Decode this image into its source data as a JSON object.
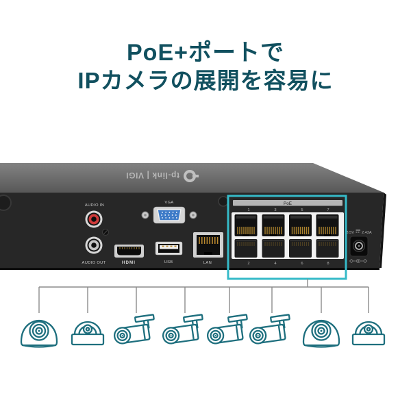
{
  "title": {
    "line1": "PoE+ポートで",
    "line2": "IPカメラの展開を容易に"
  },
  "device": {
    "brand": "tp-link | VIGI",
    "labels": {
      "audio_in": "AUDIO IN",
      "audio_out": "AUDIO OUT",
      "vga": "VGA",
      "hdmi": "HDMI",
      "usb": "USB",
      "lan": "LAN"
    },
    "poe": {
      "header": "PoE",
      "top": [
        "1",
        "3",
        "5",
        "7"
      ],
      "bottom": [
        "2",
        "4",
        "6",
        "8"
      ]
    },
    "power": {
      "voltage": "3.5V",
      "current": "2.43A"
    }
  },
  "cameras": [
    "turret",
    "dome",
    "bullet",
    "bullet",
    "bullet",
    "bullet",
    "turret",
    "dome"
  ],
  "colors": {
    "accent_highlight": "#35bac8",
    "title_text": "#11505f",
    "camera_line": "#1e6f7e",
    "chassis_face": "#272727",
    "chassis_top": "#6e6e6e",
    "poe_panel": "#f1f1f1",
    "rca_red": "#cf3a3a",
    "vga_blue": "#3e7bc8",
    "wire_gray": "#8c8c8c"
  }
}
